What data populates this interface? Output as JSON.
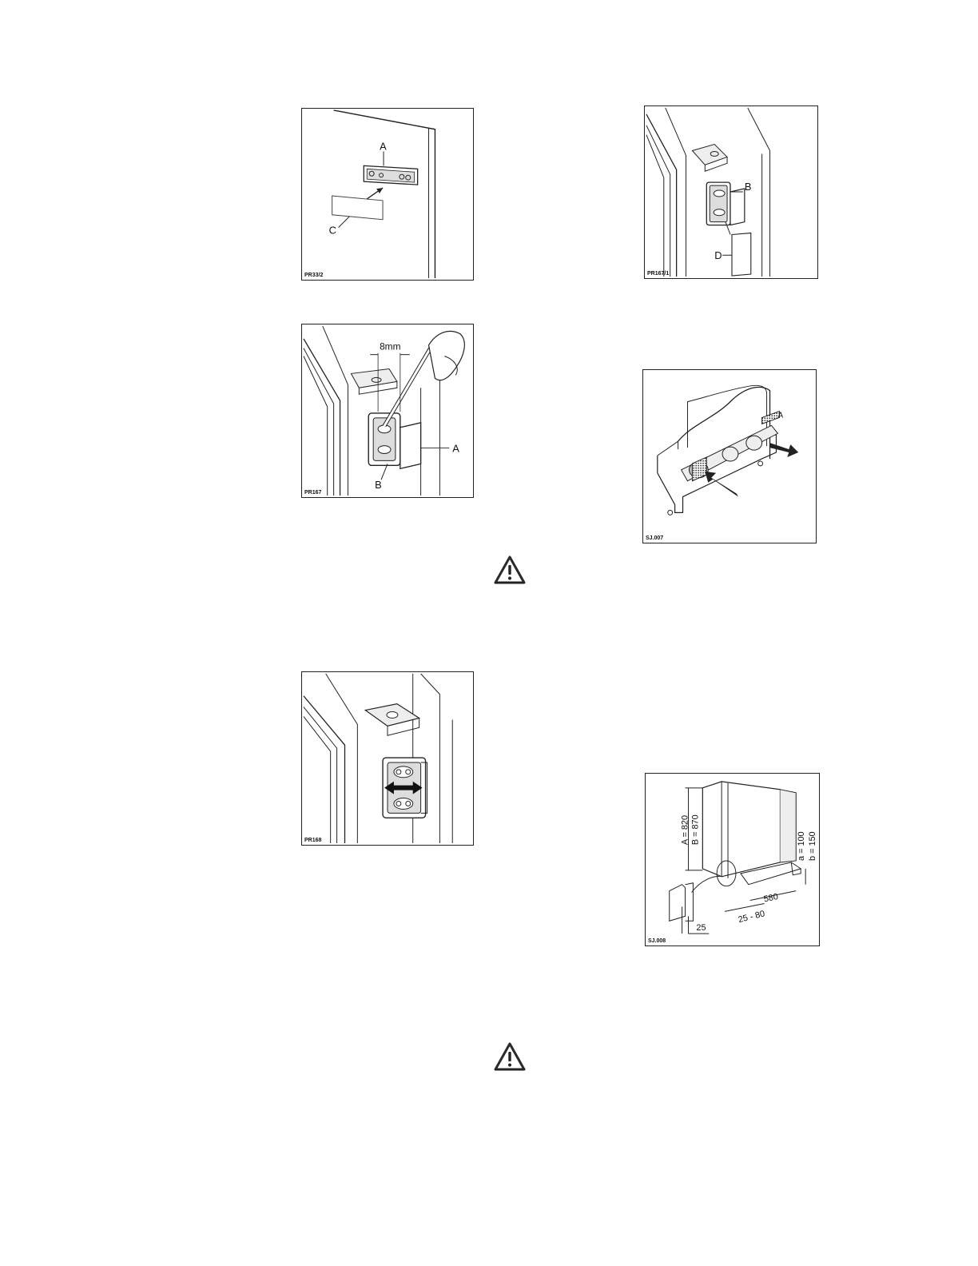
{
  "figures": {
    "fig1": {
      "code": "PR33/2",
      "labels": {
        "a": "A",
        "c": "C"
      }
    },
    "fig2": {
      "code": "PR167",
      "labels": {
        "dim": "8mm",
        "a": "A",
        "b": "B"
      }
    },
    "fig3": {
      "code": "PR168"
    },
    "fig4": {
      "code": "PR167/1",
      "labels": {
        "b": "B",
        "d": "D"
      }
    },
    "fig5": {
      "code": "SJ.007",
      "labels": {
        "a": "A"
      }
    },
    "fig6": {
      "code": "SJ.008",
      "labels": {
        "height_a": "A = 820",
        "height_b": "B = 870",
        "small_a": "a = 100",
        "small_b": "b = 150",
        "depth": "580",
        "range": "25 - 80",
        "gap": "25"
      }
    }
  },
  "warnings": [
    {
      "icon": "warning-triangle-icon"
    },
    {
      "icon": "warning-triangle-icon"
    }
  ]
}
